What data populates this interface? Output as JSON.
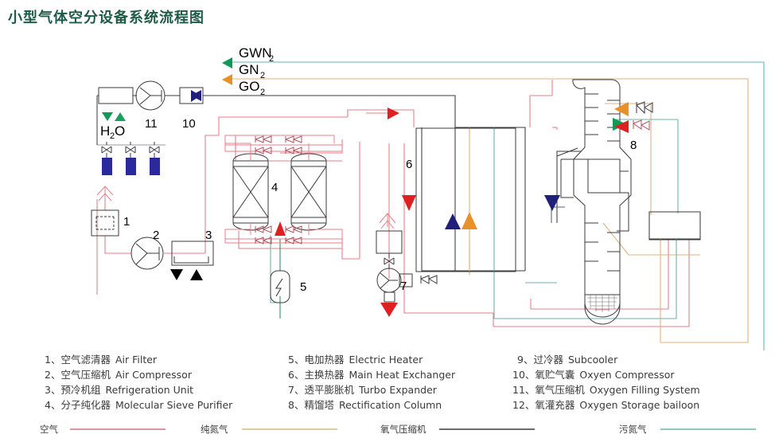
{
  "title": "小型气体空分设备系统流程图",
  "gas_outputs": [
    {
      "id": "gwn2",
      "label": "GWN",
      "sub": "2",
      "color": "#0f9b57",
      "arrow": "left-triangle"
    },
    {
      "id": "gn2",
      "label": "GN",
      "sub": "2",
      "color": "#e8912a",
      "arrow": "left-triangle"
    },
    {
      "id": "go2",
      "label": "GO",
      "sub": "2",
      "color": "#2b2b6e",
      "arrow": "left-triangle"
    }
  ],
  "equipment_numbers": [
    "1",
    "2",
    "3",
    "4",
    "5",
    "6",
    "7",
    "8",
    "10",
    "11"
  ],
  "annotations": {
    "water_drain": "H",
    "water_drain_sub": "2",
    "water_drain_tail": "O"
  },
  "legend_columns": [
    {
      "items": [
        {
          "num": "1、",
          "cn": "空气滤清器",
          "en": "Air Filter"
        },
        {
          "num": "2、",
          "cn": "空气压缩机",
          "en": "Air Compressor"
        },
        {
          "num": "3、",
          "cn": "预冷机组",
          "en": "Refrigeration Unit"
        },
        {
          "num": "4、",
          "cn": "分子纯化器",
          "en": "Molecular Sieve Purifier"
        }
      ]
    },
    {
      "items": [
        {
          "num": "5、",
          "cn": "电加热器",
          "en": "Electric Heater"
        },
        {
          "num": "6、",
          "cn": "主换热器",
          "en": "Main Heat Exchanger"
        },
        {
          "num": "7、",
          "cn": "透平膨胀机",
          "en": "Turbo Expander"
        },
        {
          "num": "8、",
          "cn": "精馏塔",
          "en": "Rectification Column"
        }
      ]
    },
    {
      "items": [
        {
          "num": "9、",
          "cn": "过冷器",
          "en": "Subcooler"
        },
        {
          "num": "10、",
          "cn": "氧贮气囊",
          "en": "Oxyen Compressor"
        },
        {
          "num": "11、",
          "cn": "氧气压缩机",
          "en": "Oxygen Filling System"
        },
        {
          "num": "12、",
          "cn": "氧灌充器",
          "en": "Oxygen Storage bailoon"
        }
      ]
    }
  ],
  "pipe_legend": [
    {
      "label": "空气",
      "color": "#c9797f"
    },
    {
      "label": "纯氮气",
      "color": "#d7b78c"
    },
    {
      "label": "氧气压缩机",
      "color": "#3b3b3b"
    },
    {
      "label": "污氮气",
      "color": "#6fb3ab"
    }
  ],
  "colors": {
    "title": "#1f5b46",
    "air": "#e4808a",
    "pure_nitrogen": "#e0b07e",
    "oxygen": "#5a5a85",
    "waste_nitrogen": "#6fb3ab",
    "equipment_outline": "#3b3b3b",
    "green_arrow": "#0f9b57",
    "orange_arrow": "#e8912a",
    "red_arrow": "#e02020",
    "navy_arrow": "#20207a",
    "drain_vessel": "#2a2a9c"
  }
}
